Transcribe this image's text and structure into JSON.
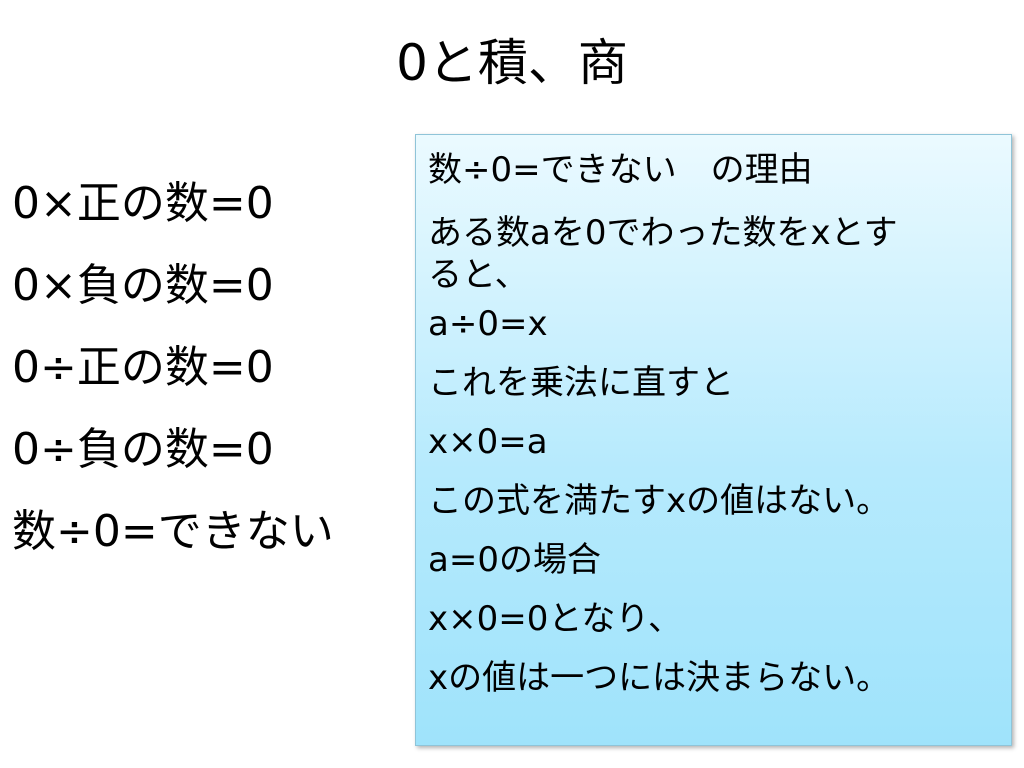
{
  "slide": {
    "title": "0と積、商"
  },
  "left_list": [
    "0×正の数=0",
    "0×負の数=0",
    "0÷正の数=0",
    "0÷負の数=0",
    "数÷0=できない"
  ],
  "explanation_box": {
    "lines": [
      "数÷0=できない　の理由",
      "ある数aを0でわった数をxとす",
      "ると、",
      "a÷0=x",
      "これを乗法に直すと",
      "x×0=a",
      "この式を満たすxの値はない。",
      "a=0の場合",
      "x×0=0となり、",
      "xの値は一つには決まらない。"
    ]
  }
}
